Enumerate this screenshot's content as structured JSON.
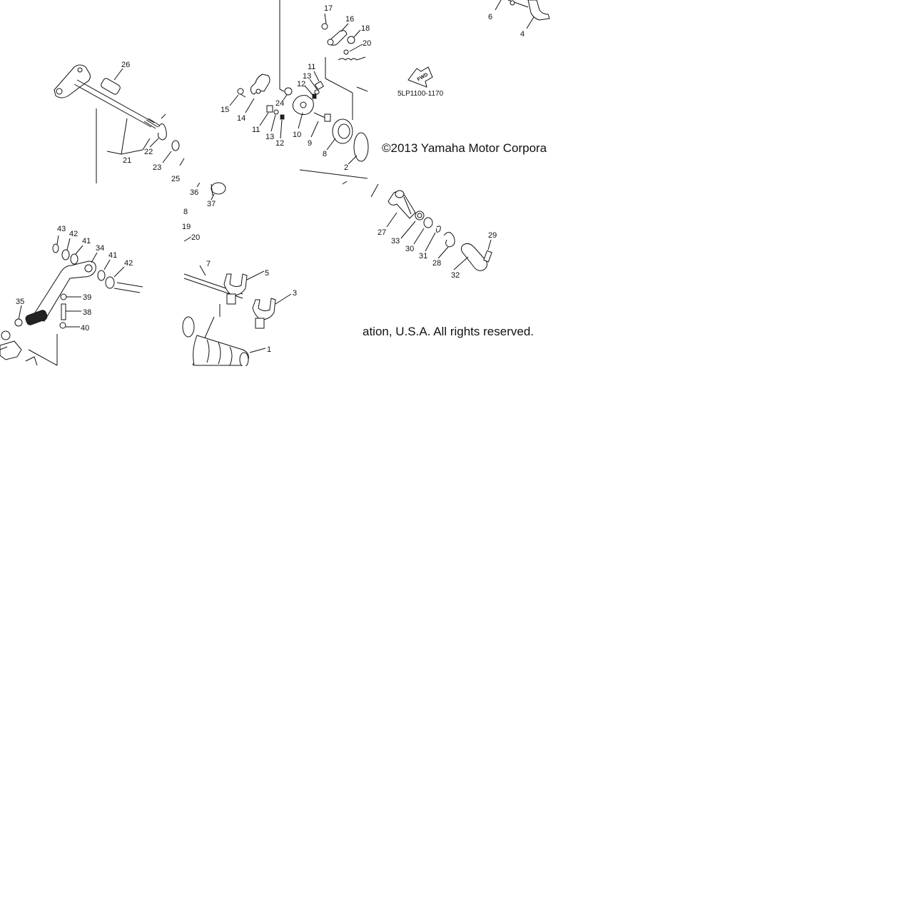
{
  "diagram": {
    "drawing_code": "5LP1100-1170",
    "fwd_label": "FWD",
    "copyright_line1": "©2013 Yamaha Motor Corpora",
    "copyright_line2": "ation, U.S.A. All rights reserved.",
    "callouts": {
      "c1": "1",
      "c2": "2",
      "c3": "3",
      "c4": "4",
      "c5": "5",
      "c6": "6",
      "c7": "7",
      "c8a": "8",
      "c8b": "8",
      "c9": "9",
      "c10": "10",
      "c11a": "11",
      "c11b": "11",
      "c12a": "12",
      "c12b": "12",
      "c13a": "13",
      "c13b": "13",
      "c14": "14",
      "c15": "15",
      "c16": "16",
      "c17": "17",
      "c18": "18",
      "c19": "19",
      "c20": "20",
      "c21": "21",
      "c22": "22",
      "c23": "23",
      "c24": "24",
      "c25": "25",
      "c26": "26",
      "c27": "27",
      "c28": "28",
      "c29": "29",
      "c30": "30",
      "c31": "31",
      "c32": "32",
      "c33": "33",
      "c34": "34",
      "c35": "35",
      "c36": "36",
      "c37": "37",
      "c38": "38",
      "c39": "39",
      "c40": "40",
      "c41a": "41",
      "c41b": "41",
      "c42a": "42",
      "c42b": "42",
      "c43": "43"
    }
  }
}
